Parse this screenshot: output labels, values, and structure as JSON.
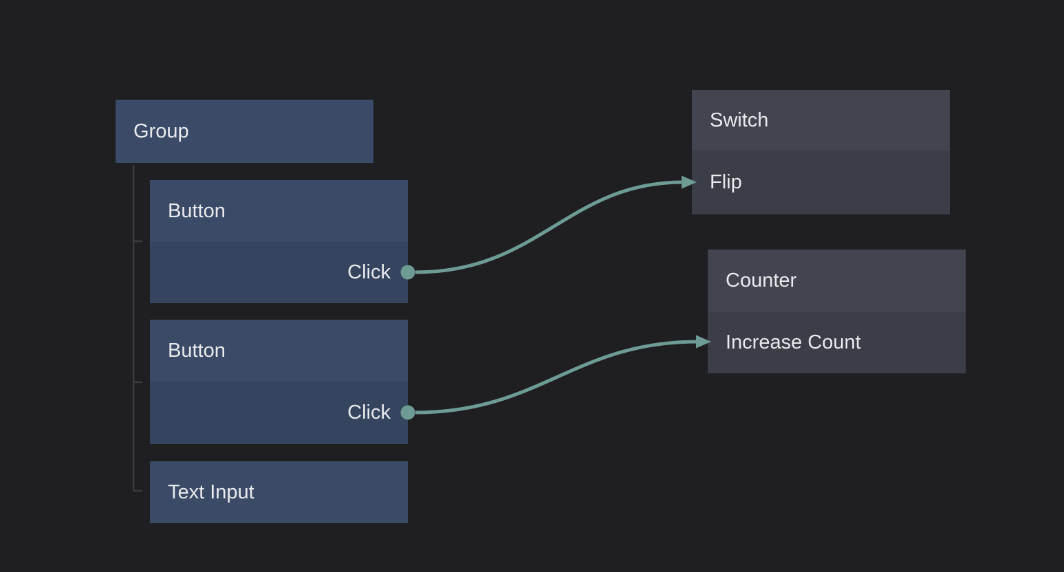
{
  "app": {
    "view": "node-graph-canvas",
    "background_color": "#1f1f21"
  },
  "palette": {
    "node_blue_header": "#3a4a67",
    "node_blue_body": "#36455f",
    "node_gray_header": "#424450",
    "node_gray_body": "#3b3d47",
    "wire_accent": "#6e9b94",
    "tree_line": "#3b3b3d",
    "text": "#e9eaec"
  },
  "nodes": {
    "group": {
      "title": "Group"
    },
    "button1": {
      "title": "Button",
      "output_label": "Click"
    },
    "button2": {
      "title": "Button",
      "output_label": "Click"
    },
    "text_input": {
      "title": "Text Input"
    },
    "switch": {
      "title": "Switch",
      "input_label": "Flip"
    },
    "counter": {
      "title": "Counter",
      "input_label": "Increase Count"
    }
  },
  "hierarchy": {
    "parent": "Group",
    "children": [
      "Button",
      "Button",
      "Text Input"
    ]
  },
  "edges": [
    {
      "from_node": "Button",
      "from_port": "Click",
      "to_node": "Switch",
      "to_port": "Flip"
    },
    {
      "from_node": "Button",
      "from_port": "Click",
      "to_node": "Counter",
      "to_port": "Increase Count"
    }
  ]
}
